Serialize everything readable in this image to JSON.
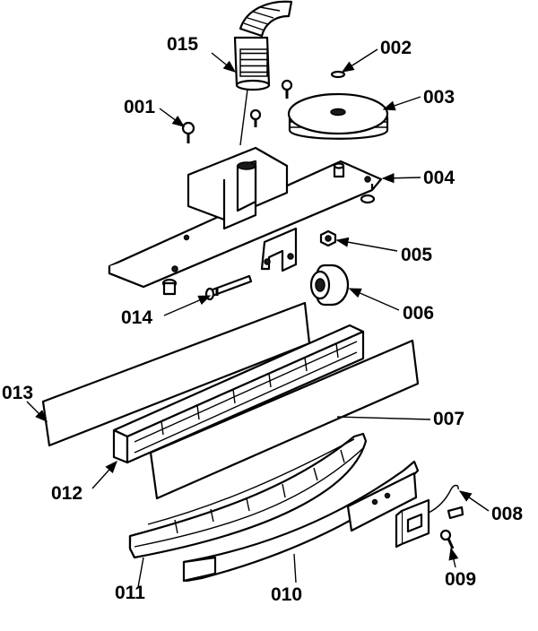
{
  "diagram": {
    "parts": [
      {
        "id": "part-001",
        "label": "001"
      },
      {
        "id": "part-002",
        "label": "002"
      },
      {
        "id": "part-003",
        "label": "003"
      },
      {
        "id": "part-004",
        "label": "004"
      },
      {
        "id": "part-005",
        "label": "005"
      },
      {
        "id": "part-006",
        "label": "006"
      },
      {
        "id": "part-007",
        "label": "007"
      },
      {
        "id": "part-008",
        "label": "008"
      },
      {
        "id": "part-009",
        "label": "009"
      },
      {
        "id": "part-010",
        "label": "010"
      },
      {
        "id": "part-011",
        "label": "011"
      },
      {
        "id": "part-012",
        "label": "012"
      },
      {
        "id": "part-013",
        "label": "013"
      },
      {
        "id": "part-014",
        "label": "014"
      },
      {
        "id": "part-015",
        "label": "015"
      }
    ]
  },
  "colors": {
    "ink": "#000000",
    "background": "#ffffff"
  }
}
